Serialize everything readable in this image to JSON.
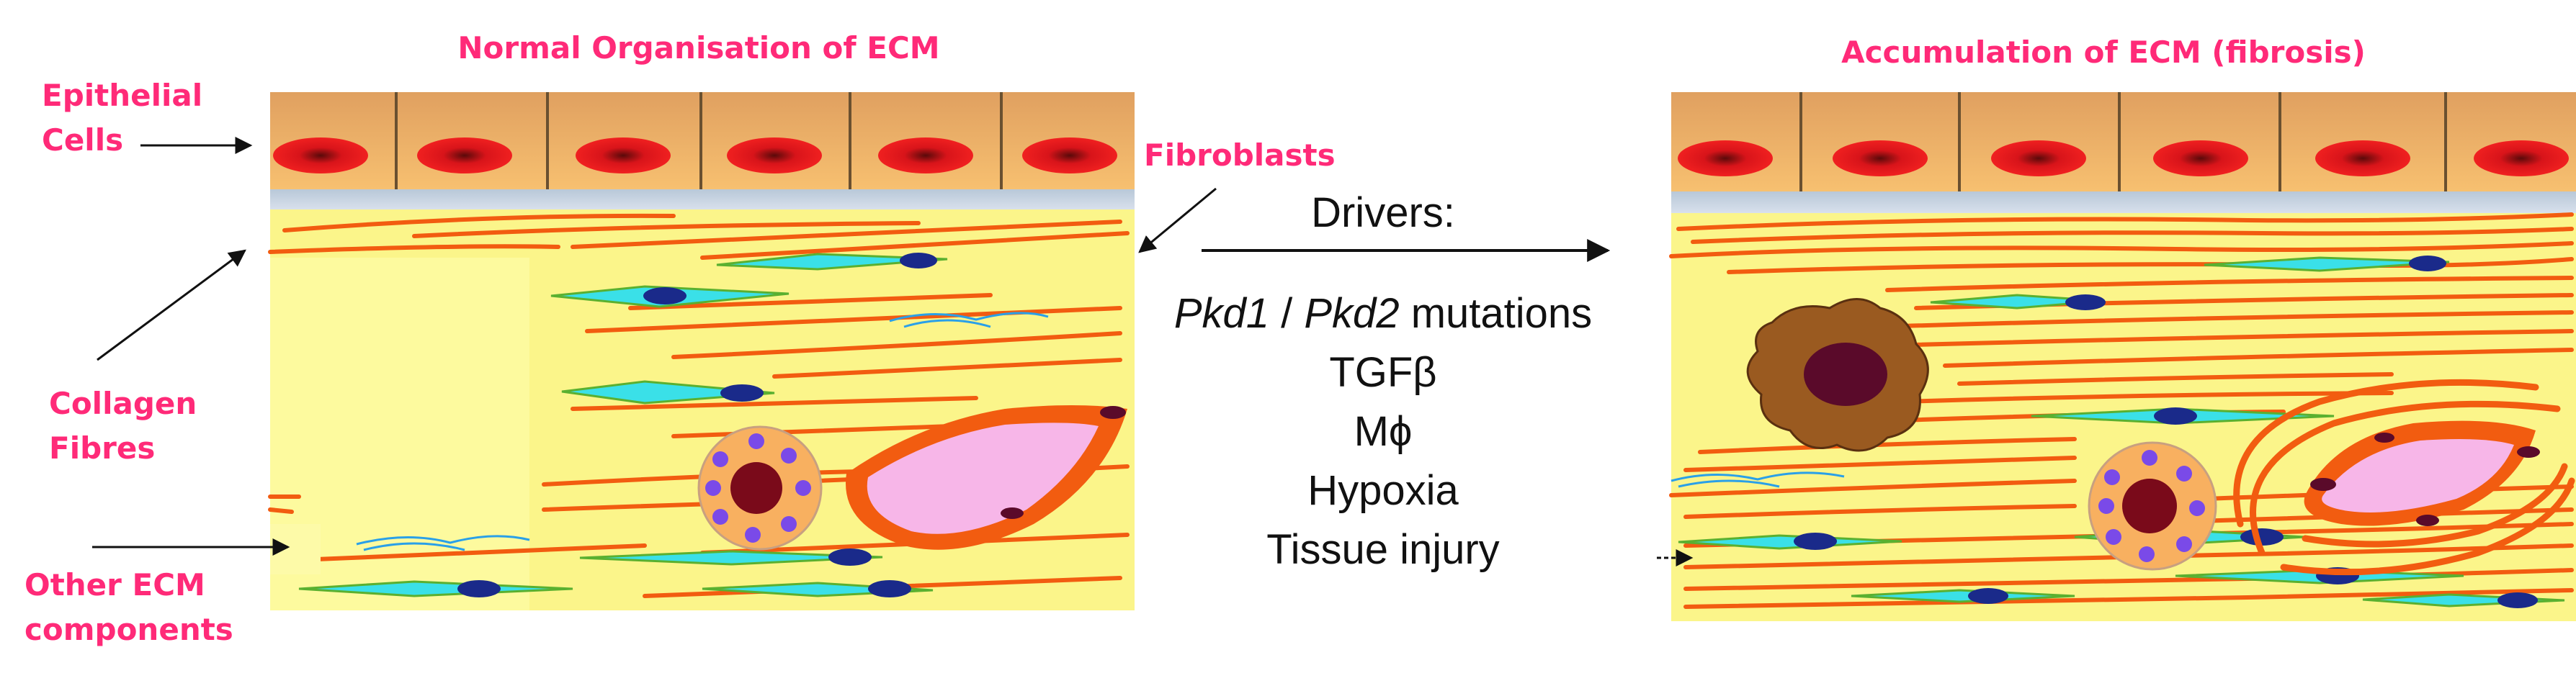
{
  "left_panel": {
    "title": "Normal Organisation of ECM"
  },
  "right_panel": {
    "title": "Accumulation of ECM (fibrosis)"
  },
  "labels": {
    "epithelial_line1": "Epithelial",
    "epithelial_line2": "Cells",
    "fibroblasts": "Fibroblasts",
    "collagen_line1": "Collagen",
    "collagen_line2": "Fibres",
    "other_line1": "Other ECM",
    "other_line2": "components"
  },
  "drivers": {
    "heading": "Drivers:",
    "pkd1": "Pkd1",
    "slash": " / ",
    "pkd2": "Pkd2",
    "mutations": " mutations",
    "tgfb": "TGFβ",
    "macrophage": "Mϕ",
    "hypoxia": "Hypoxia",
    "tissue_injury": "Tissue injury"
  },
  "colors": {
    "label_pink": "#ff2a78",
    "epithelium": "#f0b060",
    "nucleus_red": "#e8141c",
    "stroma_yellow": "#fbf58a",
    "collagen_orange": "#f25c10",
    "fibroblast_cyan": "#3ae0e8",
    "fibroblast_nucleus": "#1a2a8a",
    "vessel_pink": "#f7b6e8",
    "macrophage_brown": "#9a5a20"
  }
}
